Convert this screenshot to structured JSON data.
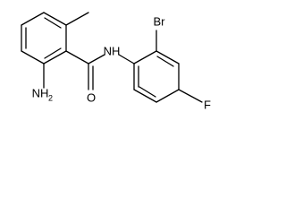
{
  "molecule": {
    "atoms": {
      "amino": {
        "main": "NH",
        "sub": "2"
      },
      "amide_nitrogen": "NH",
      "carbonyl_oxygen": "O",
      "bromine": "Br",
      "fluorine": "F"
    }
  }
}
